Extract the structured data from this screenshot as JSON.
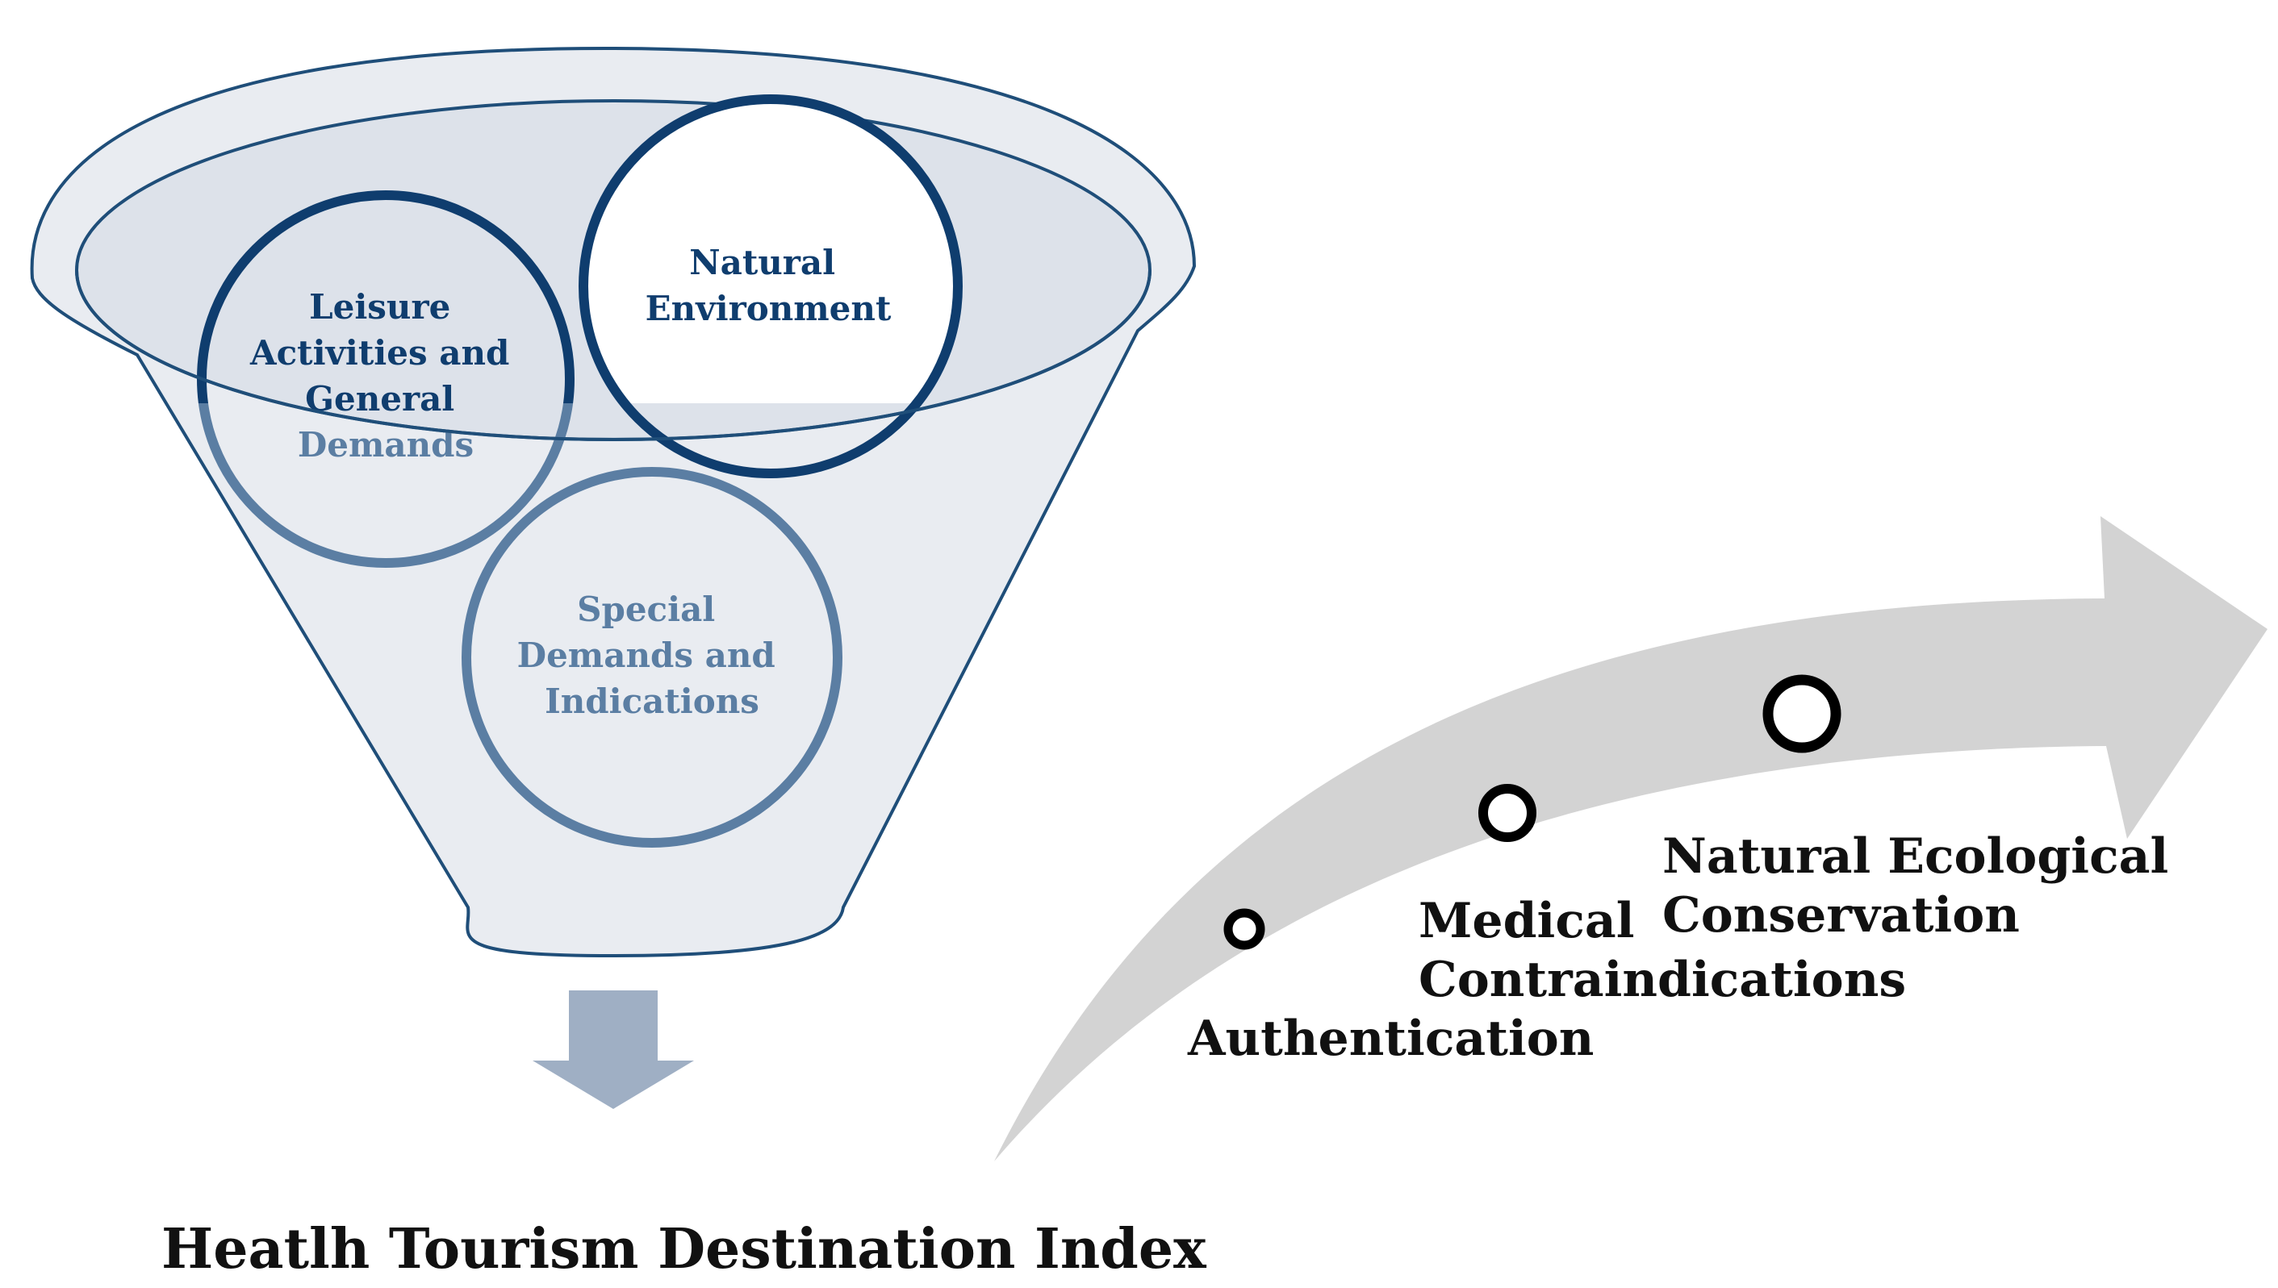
{
  "funnel": {
    "circles": [
      {
        "id": "leisure",
        "lines": [
          "Leisure",
          "Activities and",
          "General",
          "Demands"
        ]
      },
      {
        "id": "natural-environment",
        "lines": [
          "Natural",
          "Environment"
        ]
      },
      {
        "id": "special",
        "lines": [
          "Special",
          "Demands and",
          "Indications"
        ]
      }
    ]
  },
  "arrow_stages": [
    {
      "id": "authentication",
      "lines": [
        "Authentication"
      ]
    },
    {
      "id": "medical",
      "lines": [
        "Medical",
        "Contraindications"
      ]
    },
    {
      "id": "natural-ecological",
      "lines": [
        "Natural Ecological",
        "Conservation"
      ]
    }
  ],
  "index_label": "Heatlh Tourism Destination Index",
  "colors": {
    "funnel_fill": "#e9ecf1",
    "funnel_stroke": "#1f4e79",
    "dark_circle": "#0f3d6e",
    "light_circle": "#5b7ea3",
    "down_arrow": "#9fafc4",
    "curved_arrow": "#d3d3d3",
    "marker_stroke": "#000000"
  }
}
